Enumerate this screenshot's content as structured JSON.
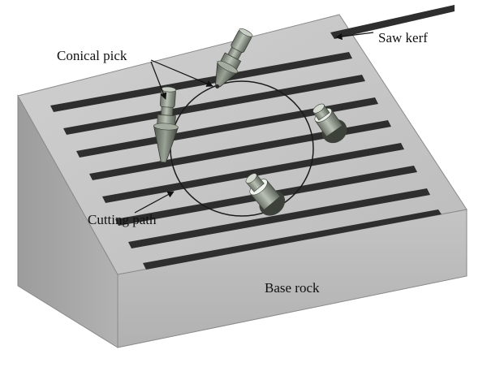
{
  "labels": {
    "saw_kerf": "Saw kerf",
    "conical_pick": "Conical pick",
    "cutting_path": "Cutting path",
    "base_rock": "Base rock"
  },
  "colors": {
    "rock_top": "#c6c6c6",
    "rock_left": "#a7a7a7",
    "rock_front": "#bdbdbd",
    "kerf": "#2e2e2e",
    "pick_metal": "#8b9386",
    "pick_dark": "#4a5048",
    "text": "#111111"
  }
}
